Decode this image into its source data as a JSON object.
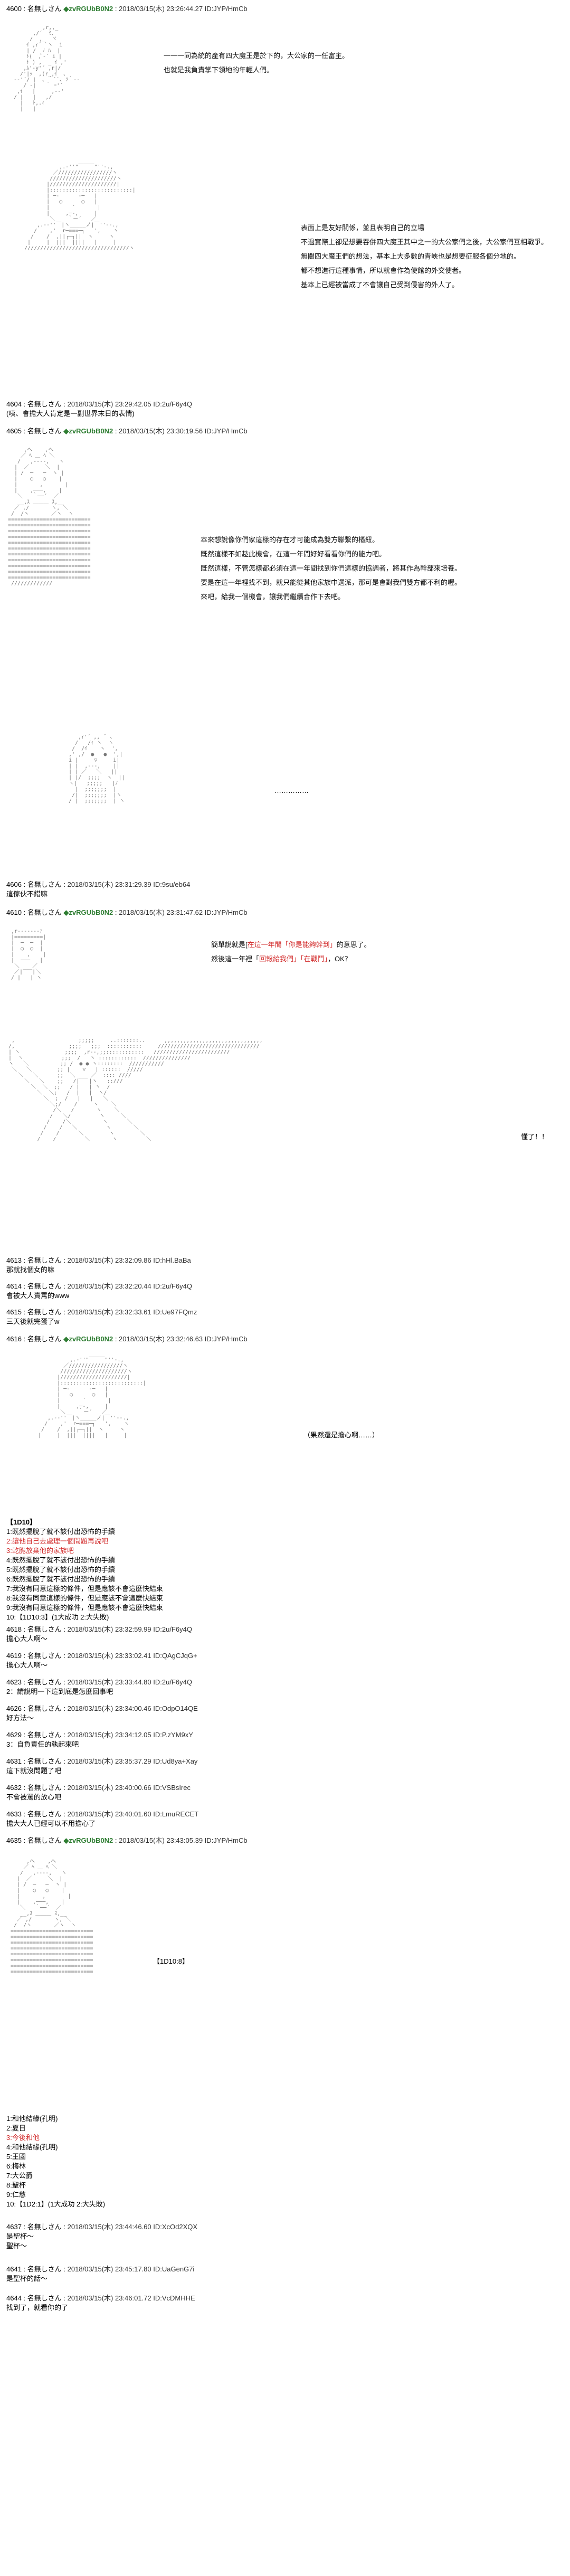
{
  "posts": [
    {
      "id": "p4600",
      "header": {
        "num": "4600",
        "name": "◆zvRGUbB0N2",
        "meta": "2018/03/15(木) 23:26:44.27 ID:JYP/HmCb"
      },
      "narration": [
        "一一一同為統的產有四大魔王是於下的，大公家的一任富主。",
        "也就是我負責掌下領地的年輕人們。"
      ]
    },
    {
      "id": "p4600b",
      "narration": [
        "表面上是友好關係，並且表明自己的立場",
        "不過實際上卻是想要吞併四大魔王其中之一的大公家們之後，大公家們互相戰爭。",
        "無關四大魔王們的想法，基本上大多數的青峽也是想要征服各個分地的。",
        "都不想進行這種事情，所以就會作為使館的外交使者。",
        "基本上已經被當成了不會讓自己受到侵害的外人了。"
      ]
    },
    {
      "id": "p4604",
      "header": {
        "num": "4604",
        "name": "名無しさん",
        "meta": "2018/03/15(木) 23:29:42.05 ID:2u/F6y4Q"
      },
      "body": "(咦、會擔大人肯定是一副世界末日的表情)"
    },
    {
      "id": "p4605",
      "header": {
        "num": "4605",
        "name": "◆zvRGUbB0N2",
        "meta": "2018/03/15(木) 23:30:19.56 ID:JYP/HmCb"
      },
      "narration": [
        "本來想說像你們家這樣的存在才可能成為雙方聯繫的樞紐。",
        "既然這樣不如趁此機會，在這一年間好好看看你們的能力吧。",
        "既然這樣，不管怎樣都必須在這一年間找到你們這樣的協調者，將其作為幹部來培養。",
        "要是在這一年裡找不到，就只能從其他家族中選派，那可是會對我們雙方都不利的喔。",
        "來吧，給我一個機會，讓我們繼續合作下去吧。"
      ]
    },
    {
      "id": "p4606",
      "thought": "……………",
      "header": {
        "num": "4606",
        "name": "名無しさん",
        "meta": "2018/03/15(木) 23:31:29.39 ID:9su/eb64"
      },
      "body": "這傢伙不錯嘛"
    },
    {
      "id": "p4610",
      "header": {
        "num": "4610",
        "name": "◆zvRGUbB0N2",
        "meta": "2018/03/15(木) 23:31:47.62 ID:JYP/HmCb"
      },
      "line1_prefix": "簡單說就是[",
      "line1_red": "在這一年間「你是能夠幹到」",
      "line1_suffix": "的意思了。",
      "line2_prefix": "然後這一年裡「",
      "line2_red": "回報給我們」「在戰鬥」",
      "line2_suffix": "，OK？",
      "understood": "懂了！！"
    },
    {
      "id": "p4613",
      "header": {
        "num": "4613",
        "name": "名無しさん",
        "meta": "2018/03/15(木) 23:32:09.86 ID:hHl.BaBa"
      },
      "body": "那就找個女的嘛"
    },
    {
      "id": "p4614",
      "header": {
        "num": "4614",
        "name": "名無しさん",
        "meta": "2018/03/15(木) 23:32:20.44 ID:2u/F6y4Q"
      },
      "body": "會被大人責罵的www"
    },
    {
      "id": "p4615",
      "header": {
        "num": "4615",
        "name": "名無しさん",
        "meta": "2018/03/15(木) 23:32:33.61 ID:Ue97FQmz"
      },
      "body": "三天後就完蛋了w"
    },
    {
      "id": "p4616",
      "header": {
        "num": "4616",
        "name": "◆zvRGUbB0N2",
        "meta": "2018/03/15(木) 23:32:46.63 ID:JYP/HmCb"
      },
      "thought": "（果然還是擔心啊……）",
      "vote_title": "【1D10】",
      "vote_items": [
        {
          "text": "1:既然擺脫了就不該付出恐怖的手續",
          "red": false
        },
        {
          "text": "2:讓他自己去處理一個問題再說吧",
          "red": true
        },
        {
          "text": "3:乾脆放棄他的家族吧",
          "red": true
        },
        {
          "text": "4:既然擺脫了就不該付出恐怖的手續",
          "red": false
        },
        {
          "text": "5:既然擺脫了就不該付出恐怖的手續",
          "red": false
        },
        {
          "text": "6:既然擺脫了就不該付出恐怖的手續",
          "red": false
        },
        {
          "text": "7:我沒有同意這樣的條件，但是應該不會這麼快結束",
          "red": false
        },
        {
          "text": "8:我沒有同意這樣的條件，但是應該不會這麼快結束",
          "red": false
        },
        {
          "text": "9:我沒有同意這樣的條件，但是應該不會這麼快結束",
          "red": false
        },
        {
          "text": "10:【1D10:3】(1大成功 2:大失敗)",
          "red": false
        }
      ]
    },
    {
      "id": "p4618",
      "header": {
        "num": "4618",
        "name": "名無しさん",
        "meta": "2018/03/15(木) 23:32:59.99 ID:2u/F6y4Q"
      },
      "body": "擔心大人啊～"
    },
    {
      "id": "p4619",
      "header": {
        "num": "4619",
        "name": "名無しさん",
        "meta": "2018/03/15(木) 23:33:02.41 ID:QAgCJqG+"
      },
      "body": "擔心大人啊～"
    },
    {
      "id": "p4623",
      "header": {
        "num": "4623",
        "name": "名無しさん",
        "meta": "2018/03/15(木) 23:33:44.80 ID:2u/F6y4Q"
      },
      "body": "2：請說明一下這到底是怎麼回事吧"
    },
    {
      "id": "p4626",
      "header": {
        "num": "4626",
        "name": "名無しさん",
        "meta": "2018/03/15(木) 23:34:00.46 ID:OdpO14QE"
      },
      "body": "好方法～"
    },
    {
      "id": "p4629",
      "header": {
        "num": "4629",
        "name": "名無しさん",
        "meta": "2018/03/15(木) 23:34:12.05 ID:P.zYM9xY"
      },
      "body": "3：自負責任的執起來吧"
    },
    {
      "id": "p4631",
      "header": {
        "num": "4631",
        "name": "名無しさん",
        "meta": "2018/03/15(木) 23:35:37.29 ID:Ud8ya+Xay"
      },
      "body": "這下就沒問題了吧"
    },
    {
      "id": "p4632",
      "header": {
        "num": "4632",
        "name": "名無しさん",
        "meta": "2018/03/15(木) 23:40:00.66 ID:VSBsIrec"
      },
      "body": "不會被罵的放心吧"
    },
    {
      "id": "p4633",
      "header": {
        "num": "4633",
        "name": "名無しさん",
        "meta": "2018/03/15(木) 23:40:01.60 ID:LmuRECET"
      },
      "body": "擔大大人已經可以不用擔心了"
    },
    {
      "id": "p4635",
      "header": {
        "num": "4635",
        "name": "◆zvRGUbB0N2",
        "meta": "2018/03/15(木) 23:43:05.39 ID:JYP/HmCb"
      },
      "thought": "【1D10:8】",
      "vote_items": [
        {
          "text": "1:和他結緣(孔明)",
          "red": false
        },
        {
          "text": "2:夏日",
          "red": false
        },
        {
          "text": "3:今後和他",
          "red": true
        },
        {
          "text": "4:和他結緣(孔明)",
          "red": false
        },
        {
          "text": "5:王國",
          "red": false
        },
        {
          "text": "6:梅林",
          "red": false
        },
        {
          "text": "7:大公爵",
          "red": false
        },
        {
          "text": "8:聖杯",
          "red": false
        },
        {
          "text": "9:仁慈",
          "red": false
        },
        {
          "text": "10:【1D2:1】(1大成功 2:大失敗)",
          "red": false
        }
      ]
    },
    {
      "id": "p4637",
      "header": {
        "num": "4637",
        "name": "名無しさん",
        "meta": "2018/03/15(木) 23:44:46.60 ID:XcOd2XQX"
      },
      "body": "是聖杯～\n聖杯～"
    },
    {
      "id": "p4641",
      "header": {
        "num": "4641",
        "name": "名無しさん",
        "meta": "2018/03/15(木) 23:45:17.80 ID:UaGenG7i"
      },
      "body": "是聖杯的話～"
    },
    {
      "id": "p4644",
      "header": {
        "num": "4644",
        "name": "名無しさん",
        "meta": "2018/03/15(木) 23:46:01.72 ID:VcDMHHE"
      },
      "body": "找到了，就看你的了"
    }
  ]
}
